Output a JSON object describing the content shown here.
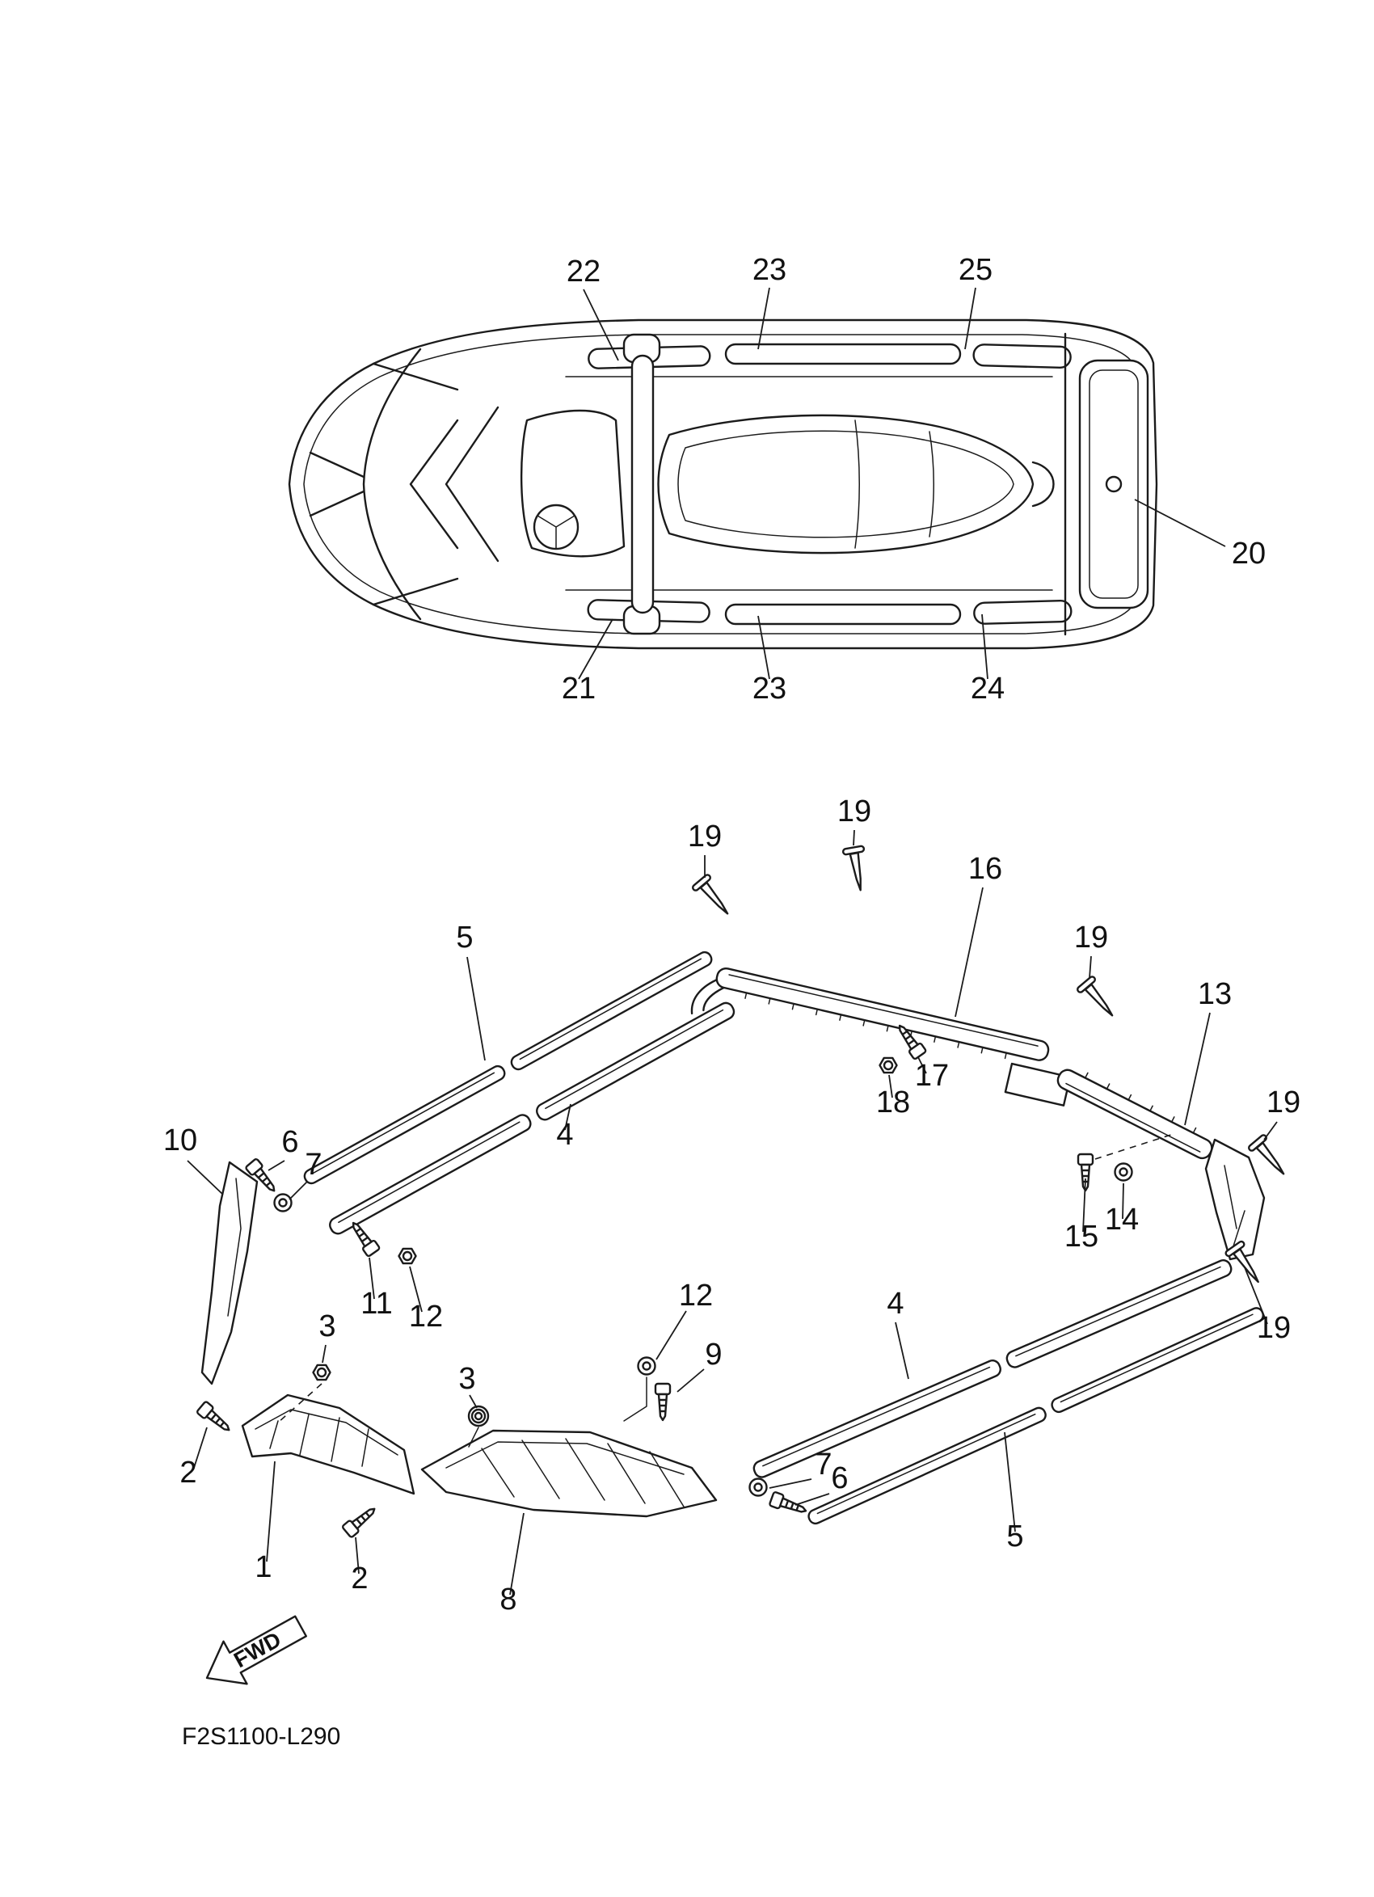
{
  "document": {
    "part_code": "F2S1100-L290"
  },
  "fwd": {
    "label": "FWD"
  },
  "top_callouts": [
    "22",
    "23",
    "25",
    "20",
    "21",
    "23",
    "24"
  ],
  "exploded_callouts": [
    "19",
    "19",
    "16",
    "19",
    "13",
    "19",
    "5",
    "4",
    "10",
    "6",
    "7",
    "17",
    "18",
    "14",
    "15",
    "11",
    "12",
    "3",
    "3",
    "12",
    "9",
    "4",
    "19",
    "2",
    "1",
    "2",
    "8",
    "7",
    "6",
    "5"
  ]
}
